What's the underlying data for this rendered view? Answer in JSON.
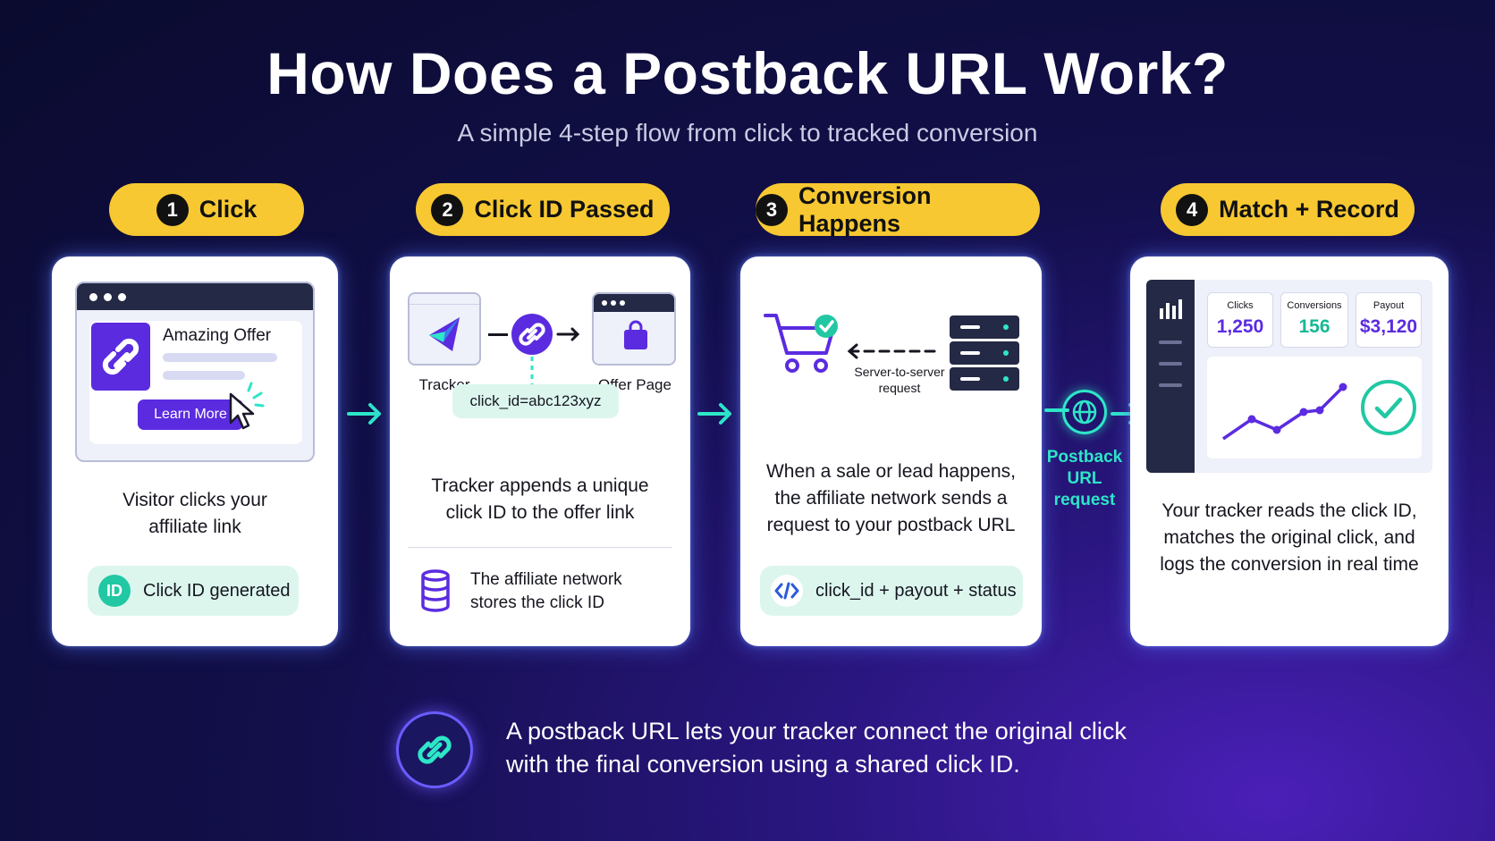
{
  "title": "How Does a Postback URL Work?",
  "subtitle": "A simple 4-step flow from click to tracked conversion",
  "steps": [
    {
      "number": "1",
      "label": "Click",
      "browser_title": "Amazing Offer",
      "button_label": "Learn More",
      "description_line1": "Visitor clicks your",
      "description_line2": "affiliate link",
      "chip_icon_text": "ID",
      "chip_label": "Click ID generated"
    },
    {
      "number": "2",
      "label": "Click ID Passed",
      "tracker_label": "Tracker",
      "offer_label": "Offer Page",
      "click_id_tag": "click_id=abc123xyz",
      "description_line1": "Tracker appends a unique",
      "description_line2": "click ID to the offer link",
      "note_line1": "The affiliate network",
      "note_line2": "stores the click ID"
    },
    {
      "number": "3",
      "label": "Conversion Happens",
      "server_label_line1": "Server-to-server",
      "server_label_line2": "request",
      "description_line1": "When a sale or lead happens,",
      "description_line2": "the affiliate network sends a",
      "description_line3": "request to your postback URL",
      "chip_label": "click_id + payout + status"
    },
    {
      "number": "4",
      "label": "Match + Record",
      "stats": [
        {
          "label": "Clicks",
          "value": "1,250"
        },
        {
          "label": "Conversions",
          "value": "156"
        },
        {
          "label": "Payout",
          "value": "$3,120"
        }
      ],
      "description_line1": "Your tracker reads the click ID,",
      "description_line2": "matches the original click, and",
      "description_line3": "logs the conversion in real time"
    }
  ],
  "postback": {
    "line1": "Postback",
    "line2": "URL",
    "line3": "request"
  },
  "footer": {
    "line1": "A postback URL lets your tracker connect the original click",
    "line2": "with the final conversion using a shared click ID."
  },
  "colors": {
    "accent_yellow": "#f7c831",
    "accent_purple": "#5b2be0",
    "accent_teal": "#2ee6c8",
    "chip_bg": "#dcf6ee"
  }
}
